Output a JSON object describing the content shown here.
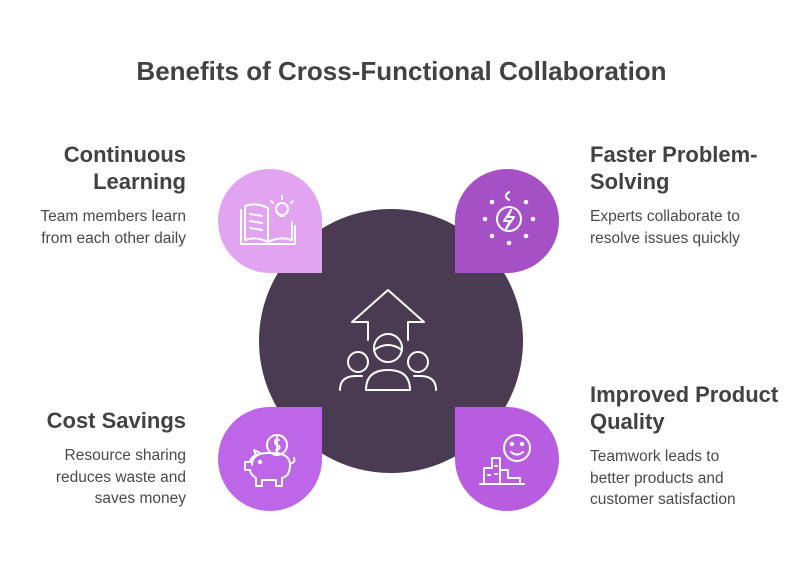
{
  "title": "Benefits of Cross-Functional Collaboration",
  "colors": {
    "center": "#4a3a52",
    "learning": "#e2a3f0",
    "problem_solving": "#a650c6",
    "cost_savings": "#bd67e8",
    "quality": "#b95de0",
    "text_dark": "#424242"
  },
  "benefits": [
    {
      "heading_line1": "Continuous",
      "heading_line2": "Learning",
      "desc_line1": "Team members learn",
      "desc_line2": "from each other daily",
      "icon": "open-book-lightbulb-icon"
    },
    {
      "heading_line1": "Faster Problem-",
      "heading_line2": "Solving",
      "desc_line1": "Experts collaborate to",
      "desc_line2": "resolve issues quickly",
      "icon": "lightning-bolt-icon"
    },
    {
      "heading_line1": "Cost Savings",
      "desc_line1": "Resource sharing",
      "desc_line2": "reduces waste and",
      "desc_line3": "saves money",
      "icon": "piggy-bank-icon"
    },
    {
      "heading_line1": "Improved Product",
      "heading_line2": "Quality",
      "desc_line1": "Teamwork leads to",
      "desc_line2": "better products and",
      "desc_line3": "customer satisfaction",
      "icon": "smiley-buildings-icon"
    }
  ],
  "center_icon": "team-growth-arrow-icon"
}
